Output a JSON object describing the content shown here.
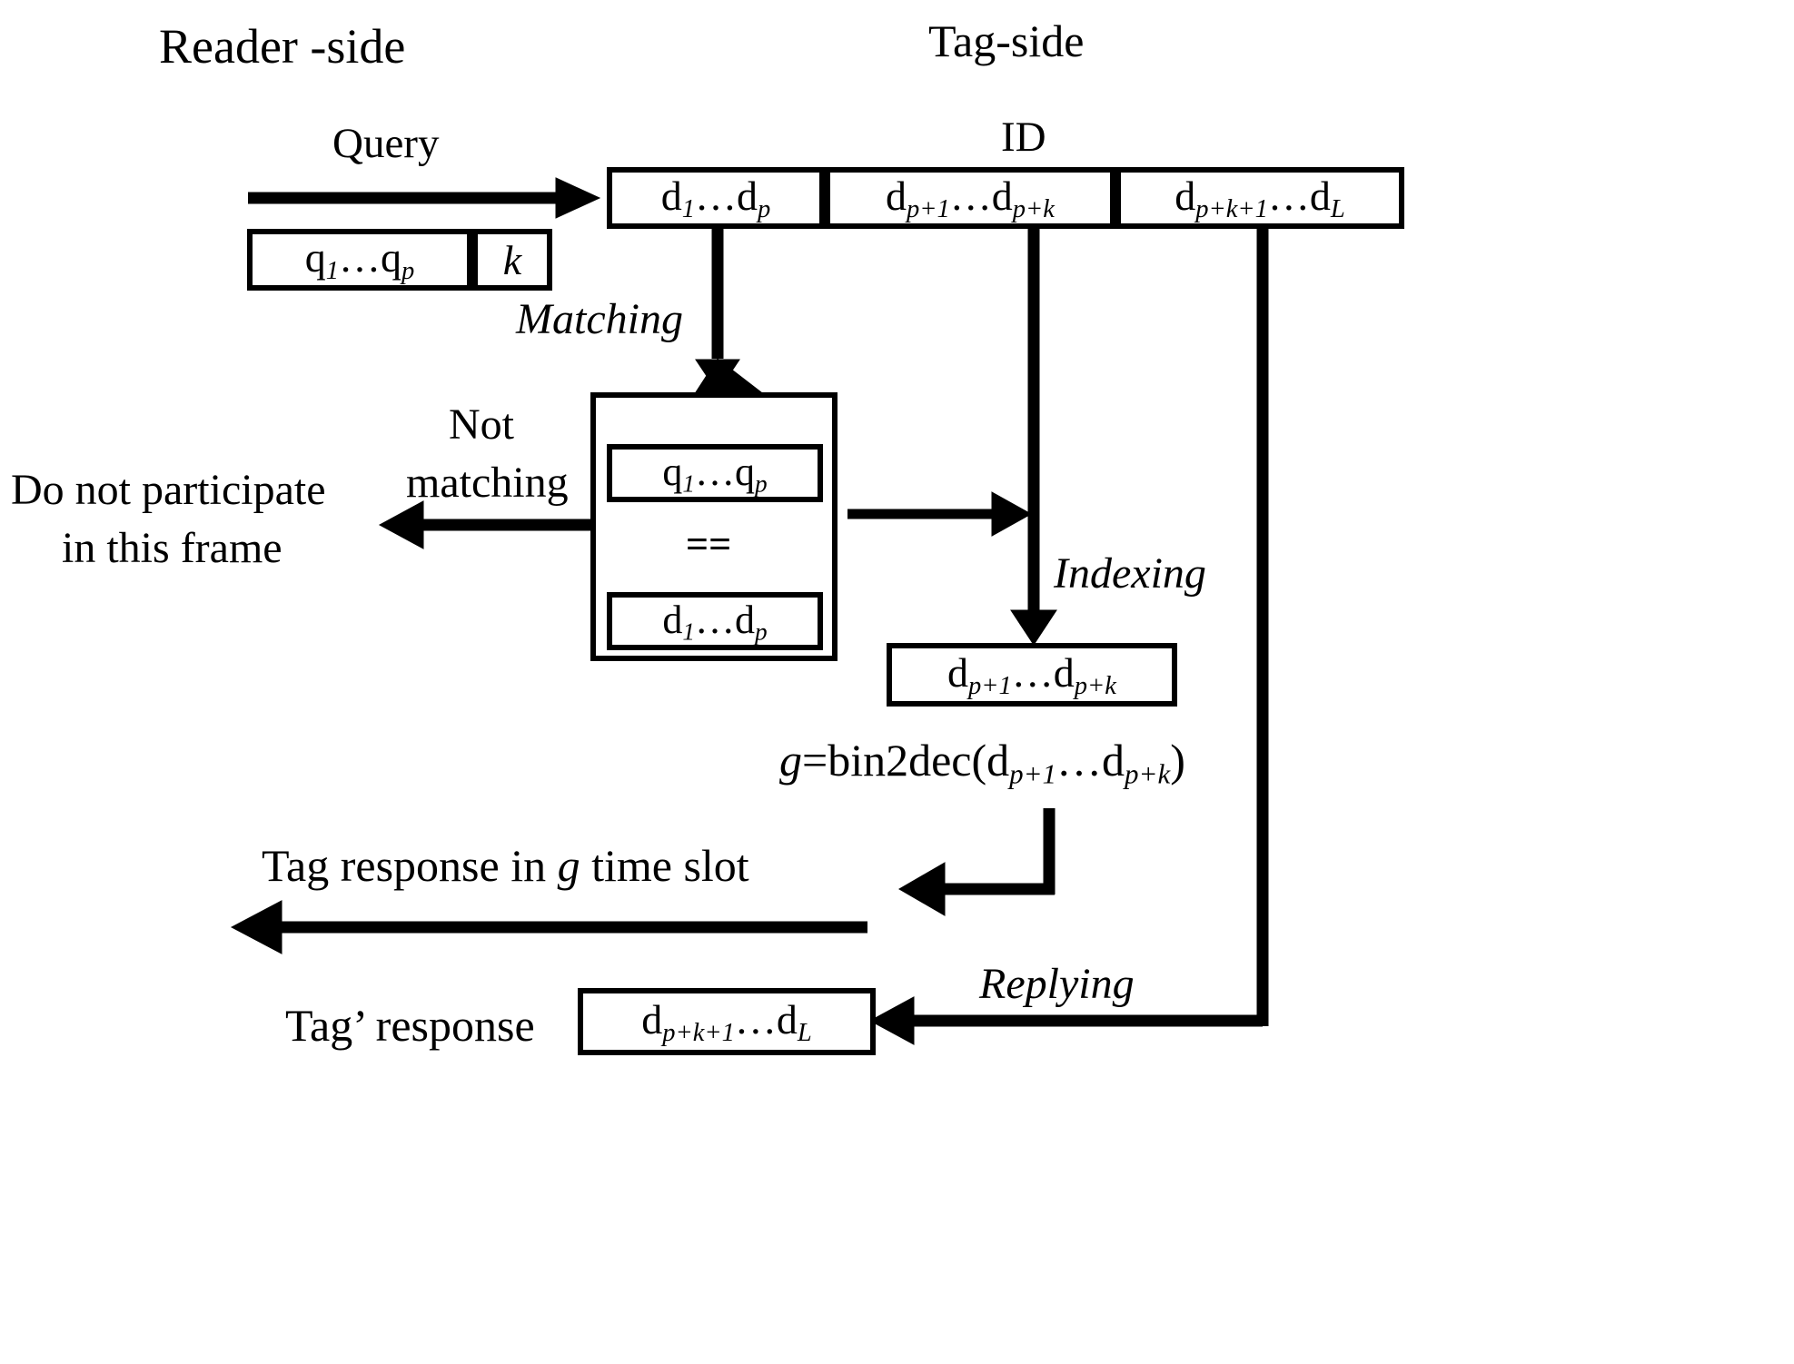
{
  "diagram": {
    "title_reader_side": "Reader -side",
    "title_tag_side": "Tag-side",
    "query_label": "Query",
    "id_label": "ID",
    "query_frame": {
      "cells": [
        {
          "text_html": "q<sub>1</sub>…q<sub>p</sub>",
          "plain": "q1...qp"
        },
        {
          "text_html": "<span class=\"it\">k</span>",
          "plain": "k"
        }
      ]
    },
    "id_frame": {
      "cells": [
        {
          "text_html": "d<sub>1</sub>…d<sub>p</sub>",
          "plain": "d1...dp"
        },
        {
          "text_html": "d<sub>p+1</sub>…d<sub>p+k</sub>",
          "plain": "dp+1...dp+k"
        },
        {
          "text_html": "d<sub>p+k+1</sub>…d<sub>L</sub>",
          "plain": "dp+k+1...dL"
        }
      ]
    },
    "matching_label": "Matching",
    "indexing_label": "Indexing",
    "replying_label": "Replying",
    "not_matching_label_line1": "Not",
    "not_matching_label_line2": "matching",
    "do_not_participate_line1": "Do not participate",
    "do_not_participate_line2": "in this  frame",
    "compare_box": {
      "top_html": "q<sub>1</sub>…q<sub>p</sub>",
      "operator": "==",
      "bottom_html": "d<sub>1</sub>…d<sub>p</sub>"
    },
    "index_box_html": "d<sub>p+1</sub>…d<sub>p+k</sub>",
    "formula_html": "<span class=\"it\">g</span>=bin2dec(d<sub>p+1</sub>…d<sub>p+k</sub>)",
    "formula_plain": "g=bin2dec(dp+1...dp+k)",
    "tag_response_slot_html": "Tag response  in  <span class=\"it\">g</span> time slot",
    "tag_response_slot_plain": "Tag response in g time slot",
    "tag_prime_response_label": "Tag’ response",
    "reply_box_html": "d<sub>p+k+1</sub>…d<sub>L</sub>",
    "colors": {
      "stroke": "#000000",
      "background": "#ffffff"
    }
  }
}
